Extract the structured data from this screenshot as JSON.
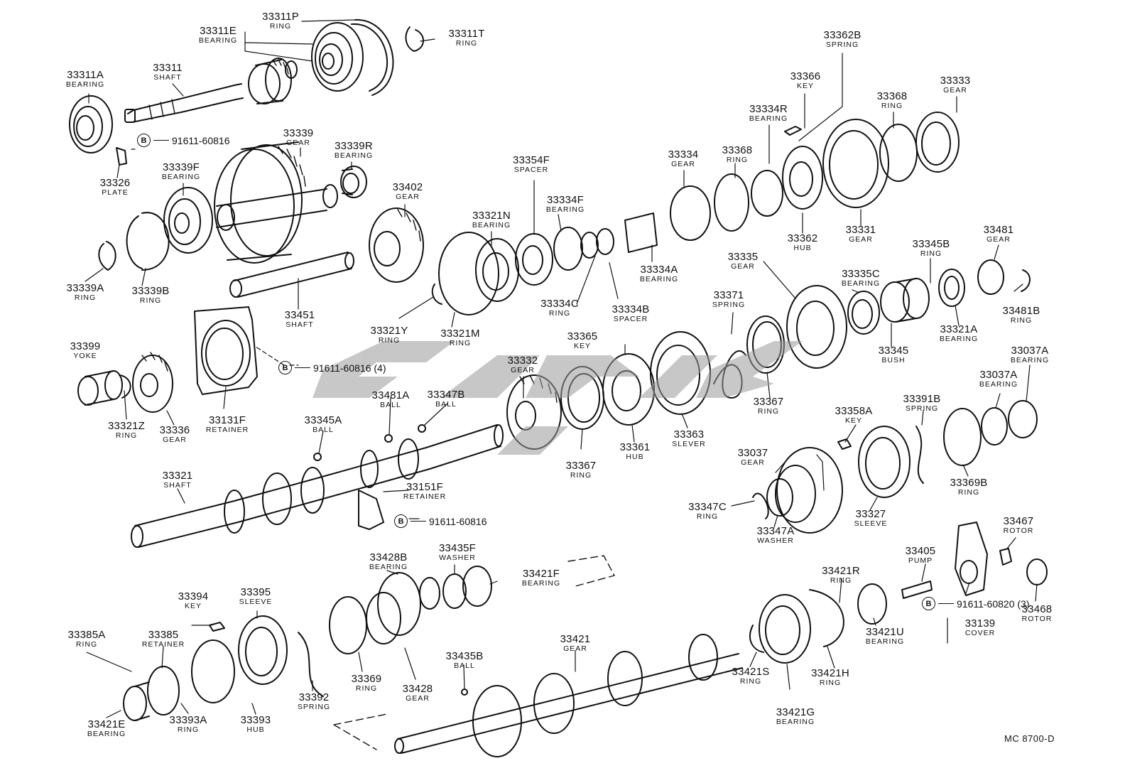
{
  "diagram_code": "MC  8700-D",
  "bolts": [
    {
      "id": "b1",
      "mark": "B",
      "number": "91611-60816"
    },
    {
      "id": "b2",
      "mark": "B",
      "number": "91611-60816 (4)"
    },
    {
      "id": "b3",
      "mark": "B",
      "number": "91611-60816"
    },
    {
      "id": "b4",
      "mark": "B",
      "number": "91611-60820 (3)"
    }
  ],
  "parts": [
    {
      "id": "p1",
      "number": "33311P",
      "name": "RING"
    },
    {
      "id": "p2",
      "number": "33311E",
      "name": "BEARING"
    },
    {
      "id": "p3",
      "number": "33311T",
      "name": "RING"
    },
    {
      "id": "p4",
      "number": "33311",
      "name": "SHAFT"
    },
    {
      "id": "p5",
      "number": "33311A",
      "name": "BEARING"
    },
    {
      "id": "p6",
      "number": "33326",
      "name": "PLATE"
    },
    {
      "id": "p7",
      "number": "33339",
      "name": "GEAR"
    },
    {
      "id": "p8",
      "number": "33339R",
      "name": "BEARING"
    },
    {
      "id": "p9",
      "number": "33339F",
      "name": "BEARING"
    },
    {
      "id": "p10",
      "number": "33402",
      "name": "GEAR"
    },
    {
      "id": "p11",
      "number": "33339A",
      "name": "RING"
    },
    {
      "id": "p12",
      "number": "33339B",
      "name": "RING"
    },
    {
      "id": "p13",
      "number": "33451",
      "name": "SHAFT"
    },
    {
      "id": "p14",
      "number": "33354F",
      "name": "SPACER"
    },
    {
      "id": "p15",
      "number": "33334F",
      "name": "BEARING"
    },
    {
      "id": "p16",
      "number": "33321N",
      "name": "BEARING"
    },
    {
      "id": "p17",
      "number": "33362B",
      "name": "SPRING"
    },
    {
      "id": "p18",
      "number": "33366",
      "name": "KEY"
    },
    {
      "id": "p19",
      "number": "33334R",
      "name": "BEARING"
    },
    {
      "id": "p20",
      "number": "33368",
      "name": "RING"
    },
    {
      "id": "p21",
      "number": "33333",
      "name": "GEAR"
    },
    {
      "id": "p22",
      "number": "33334",
      "name": "GEAR"
    },
    {
      "id": "p23",
      "number": "33368",
      "name": "RING"
    },
    {
      "id": "p24",
      "number": "33362",
      "name": "HUB"
    },
    {
      "id": "p25",
      "number": "33331",
      "name": "GEAR"
    },
    {
      "id": "p26",
      "number": "33334A",
      "name": "BEARING"
    },
    {
      "id": "p27",
      "number": "33334C",
      "name": "RING"
    },
    {
      "id": "p28",
      "number": "33334B",
      "name": "SPACER"
    },
    {
      "id": "p29",
      "number": "33321Y",
      "name": "RING"
    },
    {
      "id": "p30",
      "number": "33321M",
      "name": "RING"
    },
    {
      "id": "p31",
      "number": "33335",
      "name": "GEAR"
    },
    {
      "id": "p32",
      "number": "33371",
      "name": "SPRING"
    },
    {
      "id": "p33",
      "number": "33335C",
      "name": "BEARING"
    },
    {
      "id": "p34",
      "number": "33345B",
      "name": "RING"
    },
    {
      "id": "p35",
      "number": "33481",
      "name": "GEAR"
    },
    {
      "id": "p36",
      "number": "33481B",
      "name": "RING"
    },
    {
      "id": "p37",
      "number": "33321A",
      "name": "BEARING"
    },
    {
      "id": "p38",
      "number": "33345",
      "name": "BUSH"
    },
    {
      "id": "p39",
      "number": "33399",
      "name": "YOKE"
    },
    {
      "id": "p40",
      "number": "33321Z",
      "name": "RING"
    },
    {
      "id": "p41",
      "number": "33336",
      "name": "GEAR"
    },
    {
      "id": "p42",
      "number": "33131F",
      "name": "RETAINER"
    },
    {
      "id": "p43",
      "number": "33365",
      "name": "KEY"
    },
    {
      "id": "p44",
      "number": "33332",
      "name": "GEAR"
    },
    {
      "id": "p45",
      "number": "33481A",
      "name": "BALL"
    },
    {
      "id": "p46",
      "number": "33347B",
      "name": "BALL"
    },
    {
      "id": "p47",
      "number": "33345A",
      "name": "BALL"
    },
    {
      "id": "p48",
      "number": "33367",
      "name": "RING"
    },
    {
      "id": "p49",
      "number": "33037A",
      "name": "BEARING"
    },
    {
      "id": "p50",
      "number": "33037A",
      "name": "BEARING"
    },
    {
      "id": "p51",
      "number": "33391B",
      "name": "SPRING"
    },
    {
      "id": "p52",
      "number": "33358A",
      "name": "KEY"
    },
    {
      "id": "p53",
      "number": "33363",
      "name": "SLEVER"
    },
    {
      "id": "p54",
      "number": "33361",
      "name": "HUB"
    },
    {
      "id": "p55",
      "number": "33367",
      "name": "RING"
    },
    {
      "id": "p56",
      "number": "33037",
      "name": "GEAR"
    },
    {
      "id": "p57",
      "number": "33369B",
      "name": "RING"
    },
    {
      "id": "p58",
      "number": "33321",
      "name": "SHAFT"
    },
    {
      "id": "p59",
      "number": "33151F",
      "name": "RETAINER"
    },
    {
      "id": "p60",
      "number": "33347C",
      "name": "RING"
    },
    {
      "id": "p61",
      "number": "33327",
      "name": "SLEEVE"
    },
    {
      "id": "p62",
      "number": "33347A",
      "name": "WASHER"
    },
    {
      "id": "p63",
      "number": "33467",
      "name": "ROTOR"
    },
    {
      "id": "p64",
      "number": "33405",
      "name": "PUMP"
    },
    {
      "id": "p65",
      "number": "33428B",
      "name": "BEARING"
    },
    {
      "id": "p66",
      "number": "33435F",
      "name": "WASHER"
    },
    {
      "id": "p67",
      "number": "33421F",
      "name": "BEARING"
    },
    {
      "id": "p68",
      "number": "33421R",
      "name": "RING"
    },
    {
      "id": "p69",
      "number": "33394",
      "name": "KEY"
    },
    {
      "id": "p70",
      "number": "33395",
      "name": "SLEEVE"
    },
    {
      "id": "p71",
      "number": "33468",
      "name": "ROTOR"
    },
    {
      "id": "p72",
      "number": "33385A",
      "name": "RING"
    },
    {
      "id": "p73",
      "number": "33385",
      "name": "RETAINER"
    },
    {
      "id": "p74",
      "number": "33421",
      "name": "GEAR"
    },
    {
      "id": "p75",
      "number": "33139",
      "name": "COVER"
    },
    {
      "id": "p76",
      "number": "33421U",
      "name": "BEARING"
    },
    {
      "id": "p77",
      "number": "33435B",
      "name": "BALL"
    },
    {
      "id": "p78",
      "number": "33369",
      "name": "RING"
    },
    {
      "id": "p79",
      "number": "33428",
      "name": "GEAR"
    },
    {
      "id": "p80",
      "number": "33392",
      "name": "SPRING"
    },
    {
      "id": "p81",
      "number": "33421S",
      "name": "RING"
    },
    {
      "id": "p82",
      "number": "33421H",
      "name": "RING"
    },
    {
      "id": "p83",
      "number": "33393A",
      "name": "RING"
    },
    {
      "id": "p84",
      "number": "33393",
      "name": "HUB"
    },
    {
      "id": "p85",
      "number": "33421E",
      "name": "BEARING"
    },
    {
      "id": "p86",
      "number": "33421G",
      "name": "BEARING"
    }
  ]
}
